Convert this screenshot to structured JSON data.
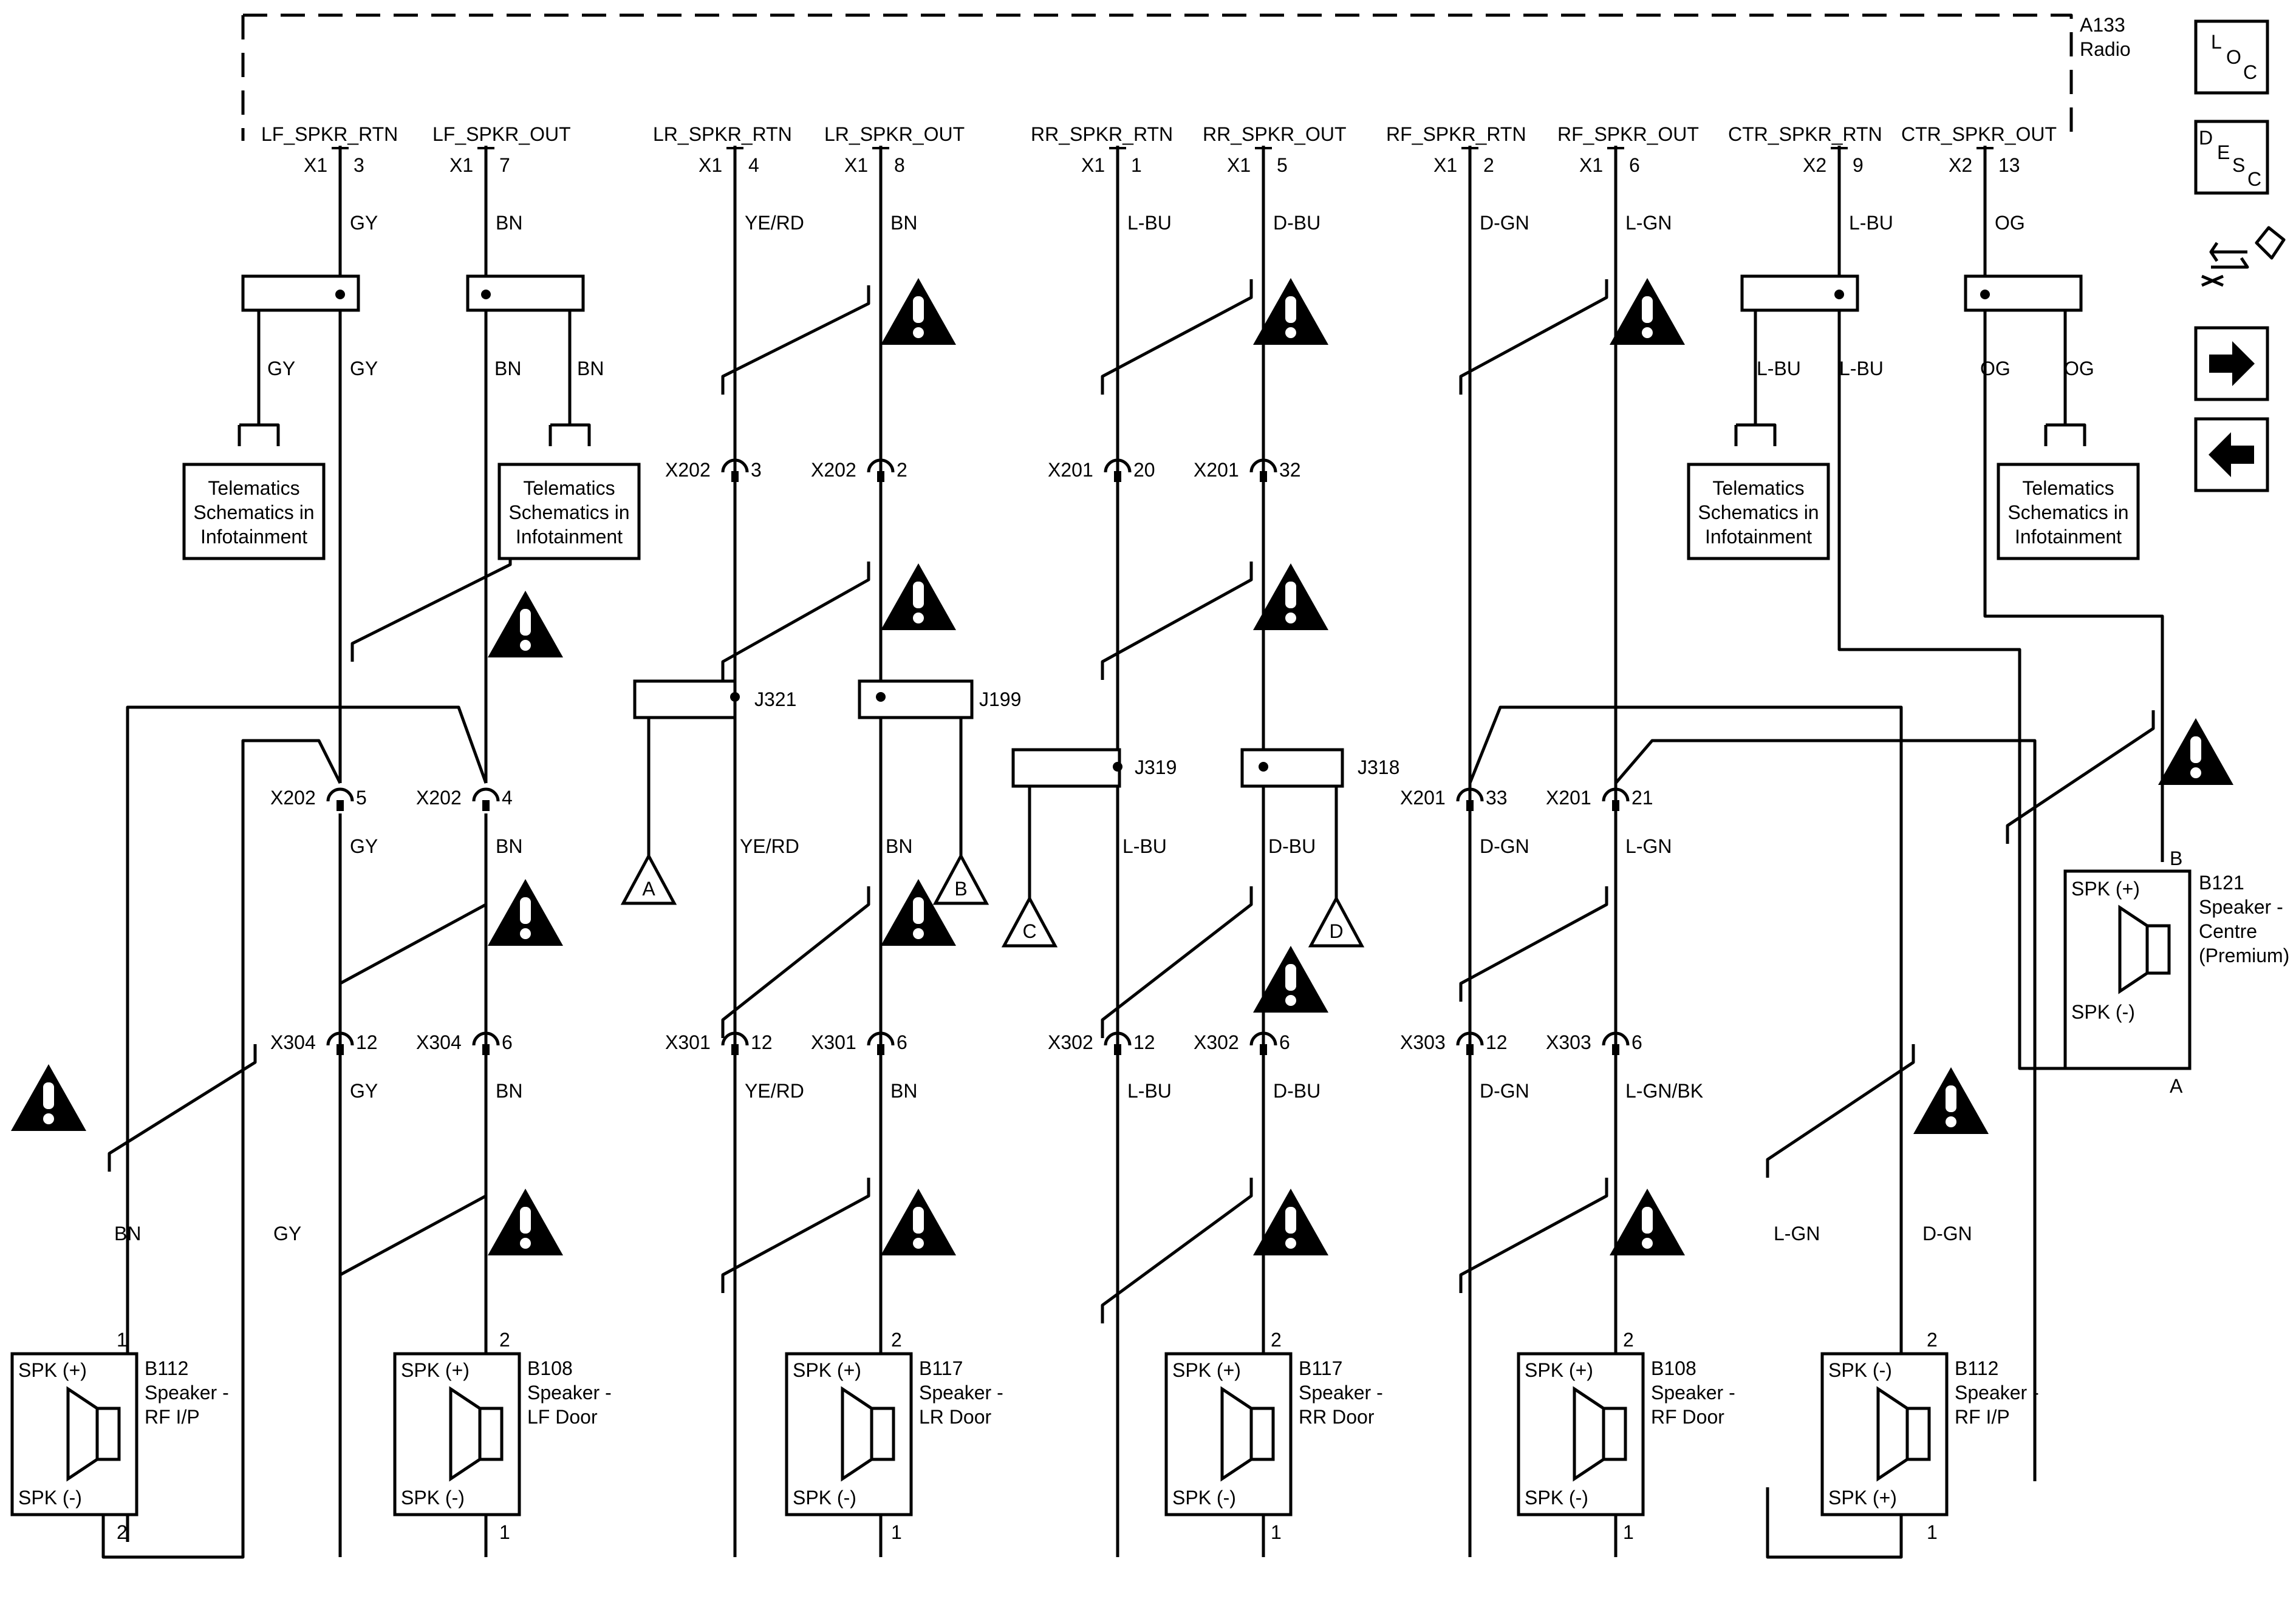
{
  "module": {
    "ref": "A133",
    "name": "Radio"
  },
  "pins": [
    {
      "signal": "LF_SPKR_RTN",
      "conn": "X1",
      "pin": "3",
      "color": "GY"
    },
    {
      "signal": "LF_SPKR_OUT",
      "conn": "X1",
      "pin": "7",
      "color": "BN"
    },
    {
      "signal": "LR_SPKR_RTN",
      "conn": "X1",
      "pin": "4",
      "color": "YE/RD"
    },
    {
      "signal": "LR_SPKR_OUT",
      "conn": "X1",
      "pin": "8",
      "color": "BN"
    },
    {
      "signal": "RR_SPKR_RTN",
      "conn": "X1",
      "pin": "1",
      "color": "L-BU"
    },
    {
      "signal": "RR_SPKR_OUT",
      "conn": "X1",
      "pin": "5",
      "color": "D-BU"
    },
    {
      "signal": "RF_SPKR_RTN",
      "conn": "X1",
      "pin": "2",
      "color": "D-GN"
    },
    {
      "signal": "RF_SPKR_OUT",
      "conn": "X1",
      "pin": "6",
      "color": "L-GN"
    },
    {
      "signal": "CTR_SPKR_RTN",
      "conn": "X2",
      "pin": "9",
      "color": "L-BU"
    },
    {
      "signal": "CTR_SPKR_OUT",
      "conn": "X2",
      "pin": "13",
      "color": "OG"
    }
  ],
  "telematics": {
    "line1": "Telematics",
    "line2": "Schematics in",
    "line3": "Infotainment"
  },
  "splice_colors": [
    "GY",
    "GY",
    "BN",
    "BN",
    "L-BU",
    "L-BU",
    "OG",
    "OG"
  ],
  "inline_row1": [
    {
      "conn": "X202",
      "pin": "3"
    },
    {
      "conn": "X202",
      "pin": "2"
    },
    {
      "conn": "X201",
      "pin": "20"
    },
    {
      "conn": "X201",
      "pin": "32"
    }
  ],
  "junctions": [
    "J321",
    "J199",
    "J319",
    "J318"
  ],
  "offpage": [
    "A",
    "B",
    "C",
    "D"
  ],
  "inline_row2": [
    {
      "conn": "X202",
      "pin": "5",
      "color": "GY"
    },
    {
      "conn": "X202",
      "pin": "4",
      "color": "BN"
    },
    {
      "conn": "X201",
      "pin": "33",
      "color": "D-GN"
    },
    {
      "conn": "X201",
      "pin": "21",
      "color": "L-GN"
    }
  ],
  "mid_colors": [
    "YE/RD",
    "BN",
    "L-BU",
    "D-BU"
  ],
  "inline_row3": [
    {
      "conn": "X304",
      "pin": "12",
      "color": "GY"
    },
    {
      "conn": "X304",
      "pin": "6",
      "color": "BN"
    },
    {
      "conn": "X301",
      "pin": "12",
      "color": "YE/RD"
    },
    {
      "conn": "X301",
      "pin": "6",
      "color": "BN"
    },
    {
      "conn": "X302",
      "pin": "12",
      "color": "L-BU"
    },
    {
      "conn": "X302",
      "pin": "6",
      "color": "D-BU"
    },
    {
      "conn": "X303",
      "pin": "12",
      "color": "D-GN"
    },
    {
      "conn": "X303",
      "pin": "6",
      "color": "L-GN/BK"
    }
  ],
  "lower_colors": [
    "BN",
    "GY",
    "L-GN",
    "D-GN"
  ],
  "center_speaker": {
    "ref": "B121",
    "line1": "Speaker -",
    "line2": "Centre",
    "line3": "(Premium)",
    "pos": "SPK (+)",
    "neg": "SPK (-)",
    "pin_top": "B",
    "pin_bottom": "A"
  },
  "speakers": [
    {
      "ref": "B112",
      "line1": "Speaker -",
      "line2": "RF I/P",
      "top": "SPK (+)",
      "bottom": "SPK (-)",
      "pin_top": "1",
      "pin_bottom": "2"
    },
    {
      "ref": "B108",
      "line1": "Speaker -",
      "line2": "LF Door",
      "top": "SPK (+)",
      "bottom": "SPK (-)",
      "pin_top": "2",
      "pin_bottom": "1"
    },
    {
      "ref": "B117",
      "line1": "Speaker -",
      "line2": "LR Door",
      "top": "SPK (+)",
      "bottom": "SPK (-)",
      "pin_top": "2",
      "pin_bottom": "1"
    },
    {
      "ref": "B117",
      "line1": "Speaker -",
      "line2": "RR Door",
      "top": "SPK (+)",
      "bottom": "SPK (-)",
      "pin_top": "2",
      "pin_bottom": "1"
    },
    {
      "ref": "B108",
      "line1": "Speaker -",
      "line2": "RF Door",
      "top": "SPK (+)",
      "bottom": "SPK (-)",
      "pin_top": "2",
      "pin_bottom": "1"
    },
    {
      "ref": "B112",
      "line1": "Speaker -",
      "line2": "RF I/P",
      "top": "SPK (-)",
      "bottom": "SPK (+)",
      "pin_top": "2",
      "pin_bottom": "1"
    }
  ],
  "side_buttons": [
    {
      "name": "loc-button",
      "icon": "loc-icon",
      "letters": [
        "L",
        "O",
        "C"
      ]
    },
    {
      "name": "desc-button",
      "icon": "desc-icon",
      "letters": [
        "D",
        "E",
        "S",
        "C"
      ]
    },
    {
      "name": "connector-button",
      "icon": "connector-tool-icon"
    },
    {
      "name": "next-page-button",
      "icon": "arrow-right-icon"
    },
    {
      "name": "previous-page-button",
      "icon": "arrow-left-icon"
    }
  ]
}
